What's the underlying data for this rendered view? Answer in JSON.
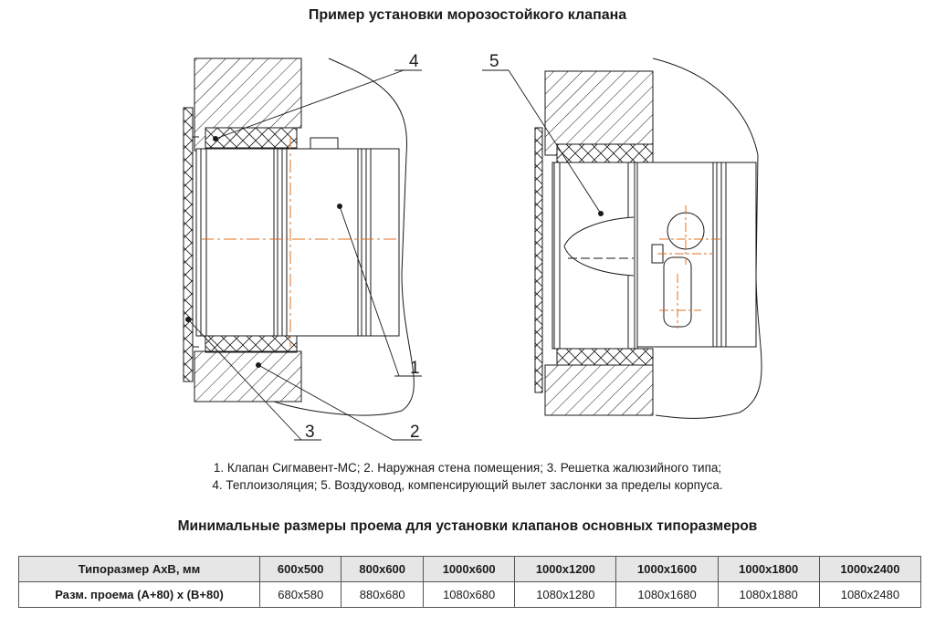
{
  "title": "Пример установки морозостойкого клапана",
  "callouts": [
    "1",
    "2",
    "3",
    "4",
    "5"
  ],
  "caption": {
    "line1": "1. Клапан Сигмавент-МС; 2. Наружная стена помещения; 3. Решетка жалюзийного типа;",
    "line2": "4. Теплоизоляция; 5. Воздуховод, компенсирующий вылет заслонки за пределы корпуса."
  },
  "table": {
    "title": "Минимальные размеры проема для установки клапанов основных типоразмеров",
    "header_label": "Типоразмер АхВ, мм",
    "row_label": "Разм. проема (А+80) х (В+80)",
    "sizes": [
      "600x500",
      "800x600",
      "1000x600",
      "1000x1200",
      "1000x1600",
      "1000x1800",
      "1000x2400"
    ],
    "openings": [
      "680x580",
      "880x680",
      "1080x680",
      "1080x1280",
      "1080x1680",
      "1080x1880",
      "1080x2480"
    ]
  },
  "colors": {
    "line": "#1a1a1a",
    "axis": "#e07020",
    "header_bg": "#e6e6e6"
  }
}
